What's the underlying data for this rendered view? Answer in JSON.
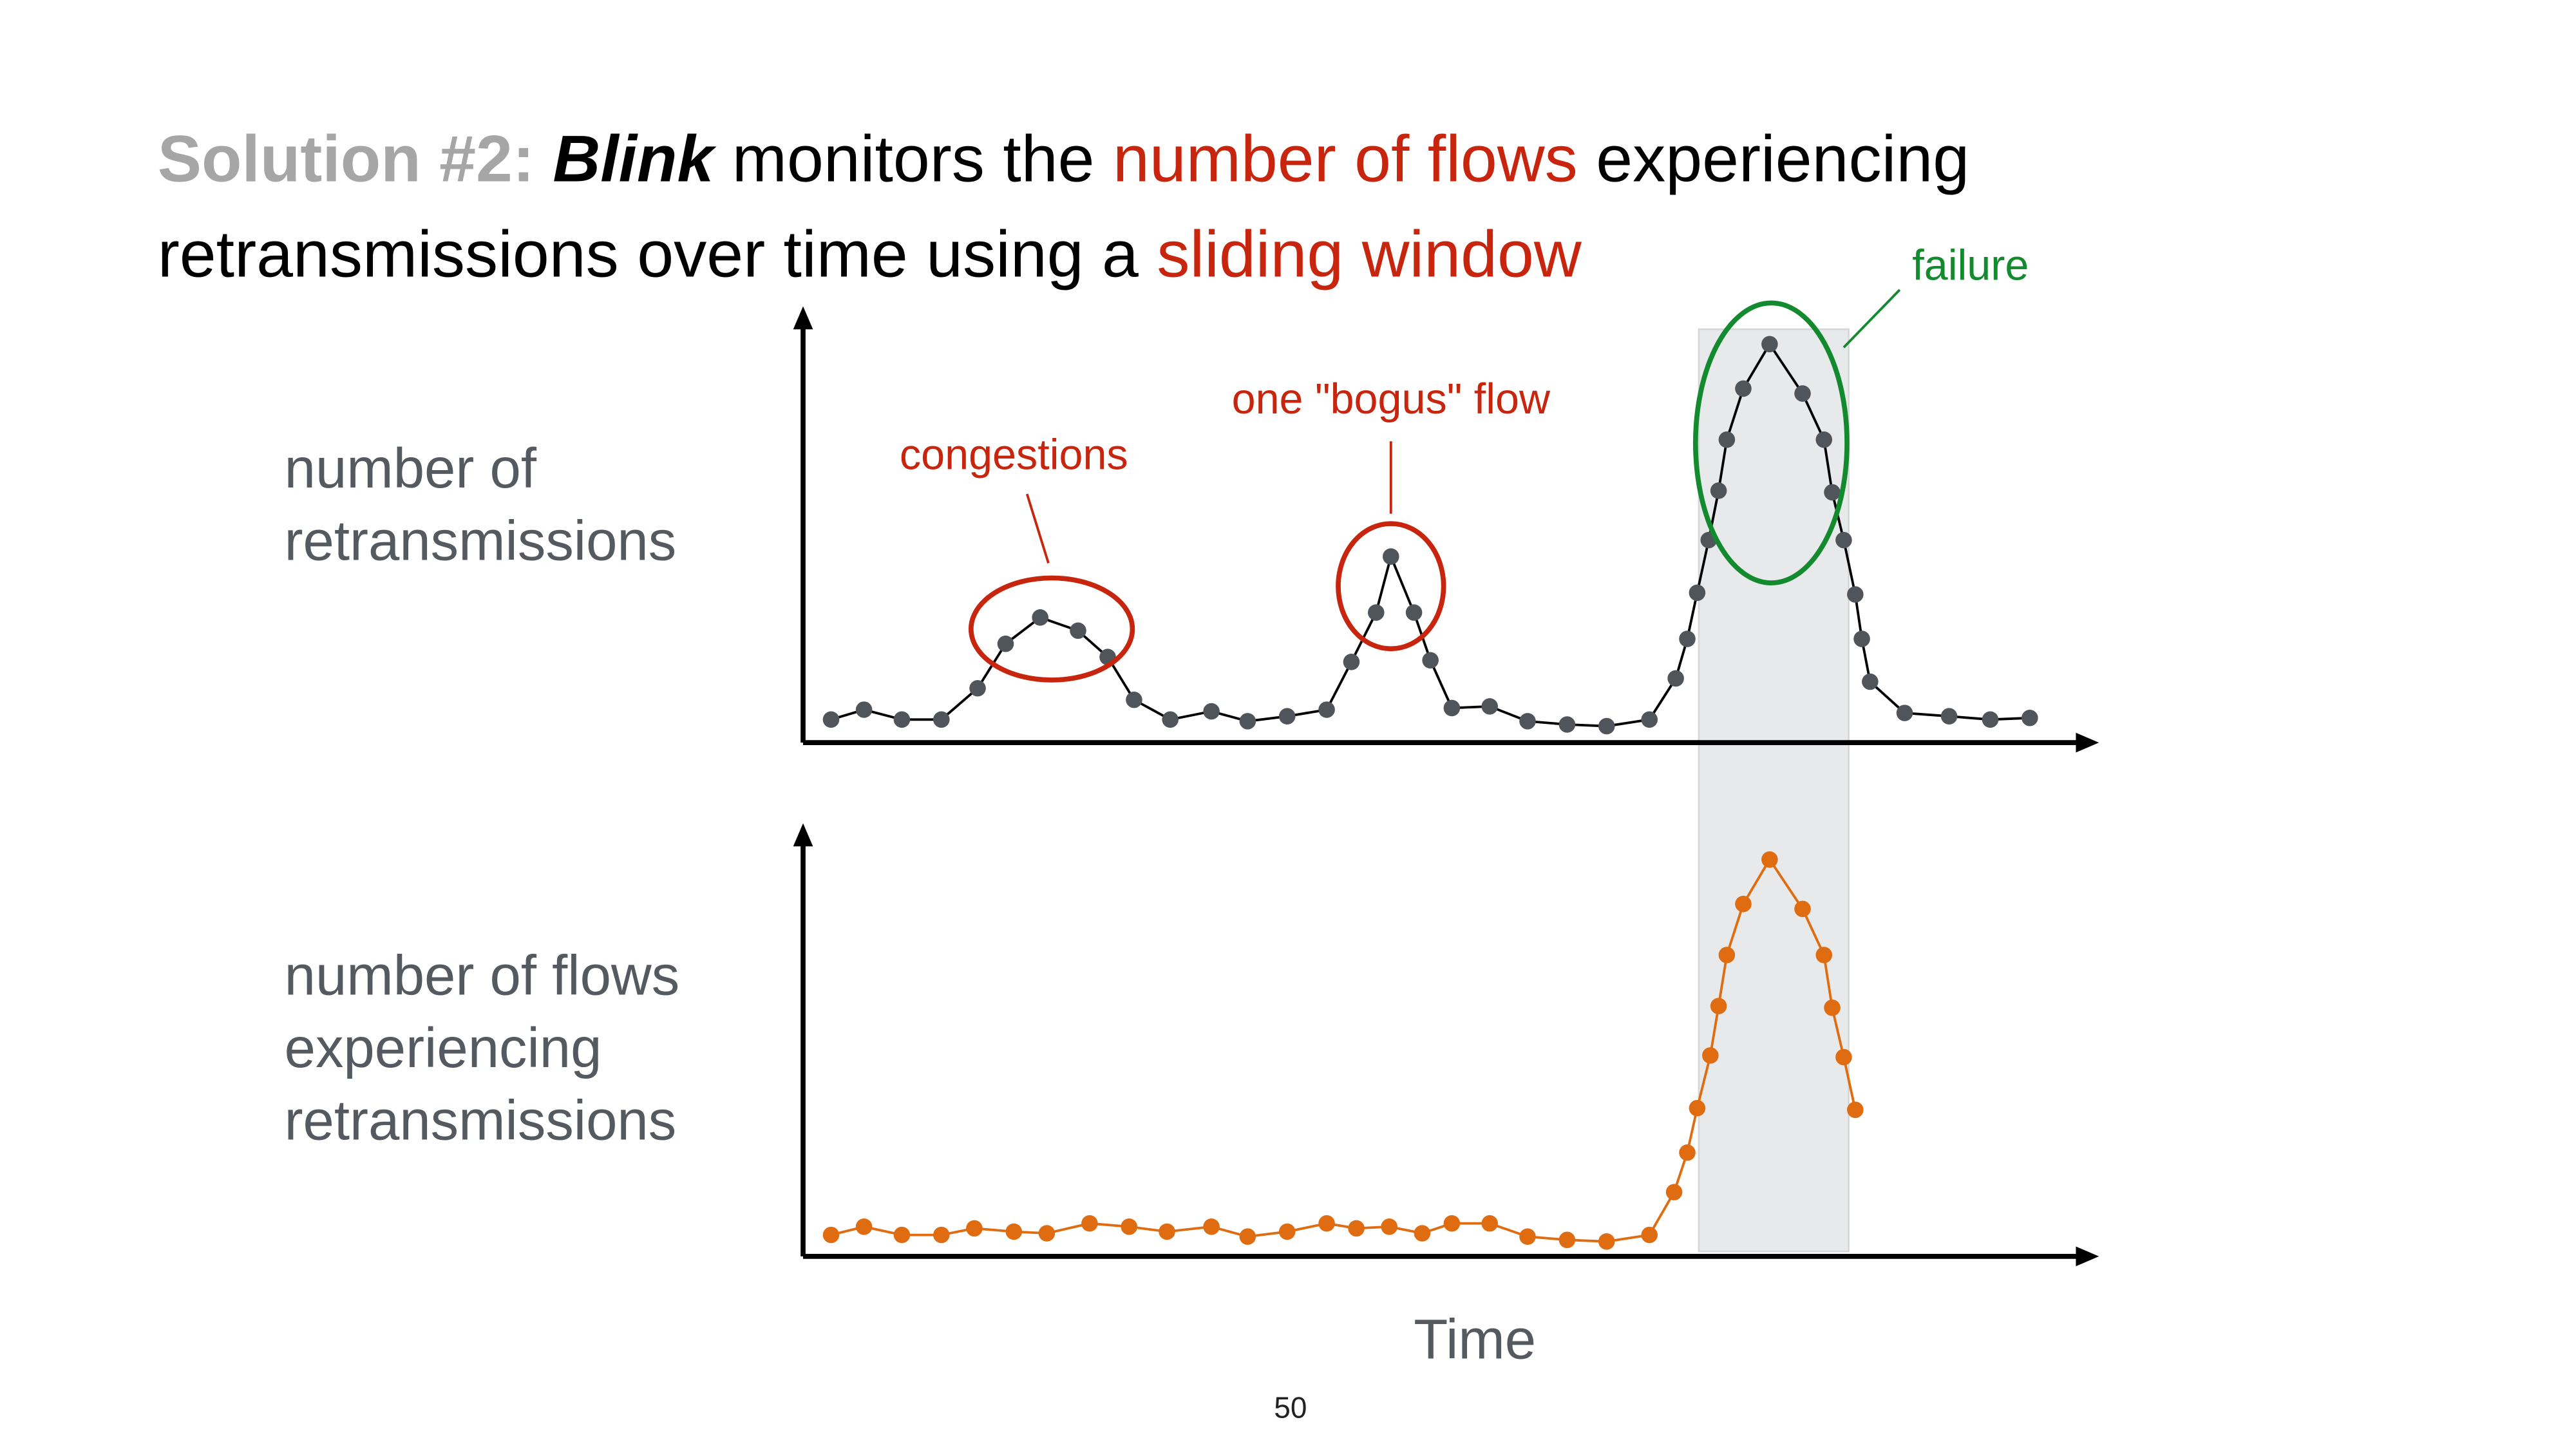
{
  "title": {
    "line1": {
      "prefix": "Solution #2:",
      "brand": "Blink",
      "text1": "monitors the",
      "highlight": "number of flows",
      "text2": "experiencing"
    },
    "line2": {
      "text1": "retransmissions over time using a",
      "highlight": "sliding window"
    }
  },
  "labels": {
    "top_y_line1": "number of",
    "top_y_line2": "retransmissions",
    "bottom_y_line1": "number of flows",
    "bottom_y_line2": "experiencing",
    "bottom_y_line3": "retransmissions",
    "x_axis": "Time"
  },
  "annotations": {
    "congestions": "congestions",
    "bogus": "one \"bogus\" flow",
    "failure": "failure"
  },
  "page_number": "50",
  "colors": {
    "red": "#c8250e",
    "green": "#138a2e",
    "orange": "#e06c12",
    "dots": "#50555c",
    "window": "#e8e9eb"
  },
  "chart_data": [
    {
      "type": "line",
      "ylabel": "number of retransmissions",
      "xlabel": "Time",
      "xlim": [
        0,
        785
      ],
      "ylim": [
        0,
        260
      ],
      "x": [
        17,
        37,
        60,
        84,
        106,
        123,
        144,
        167,
        185,
        201,
        223,
        248,
        270,
        294,
        318,
        333,
        348,
        357,
        371,
        381,
        394,
        417,
        440,
        464,
        488,
        514,
        530,
        537,
        543,
        550,
        556,
        561,
        571,
        587,
        607,
        620,
        625,
        632,
        639,
        643,
        648,
        669,
        696,
        721,
        745
      ],
      "y": [
        14,
        20,
        14,
        14,
        33,
        60,
        76,
        68,
        52,
        26,
        14,
        19,
        13,
        16,
        20,
        49,
        79,
        113,
        79,
        50,
        21,
        22,
        13,
        11,
        10,
        14,
        39,
        63,
        91,
        123,
        153,
        184,
        215,
        242,
        212,
        184,
        152,
        123,
        90,
        63,
        37,
        18,
        16,
        14,
        15
      ]
    },
    {
      "type": "line",
      "ylabel": "number of flows experiencing retransmissions",
      "xlabel": "Time",
      "xlim": [
        0,
        785
      ],
      "ylim": [
        0,
        260
      ],
      "x": [
        17,
        37,
        60,
        84,
        104,
        128,
        148,
        174,
        198,
        221,
        248,
        270,
        294,
        318,
        336,
        356,
        376,
        394,
        417,
        440,
        464,
        488,
        514,
        529,
        537,
        543,
        551,
        556,
        561,
        571,
        587,
        607,
        620,
        625,
        632,
        639
      ],
      "y": [
        13,
        18,
        13,
        13,
        17,
        15,
        14,
        20,
        18,
        15,
        18,
        12,
        15,
        20,
        17,
        18,
        14,
        20,
        20,
        12,
        10,
        9,
        13,
        39,
        63,
        90,
        122,
        152,
        183,
        214,
        241,
        211,
        183,
        151,
        121,
        89
      ]
    }
  ]
}
